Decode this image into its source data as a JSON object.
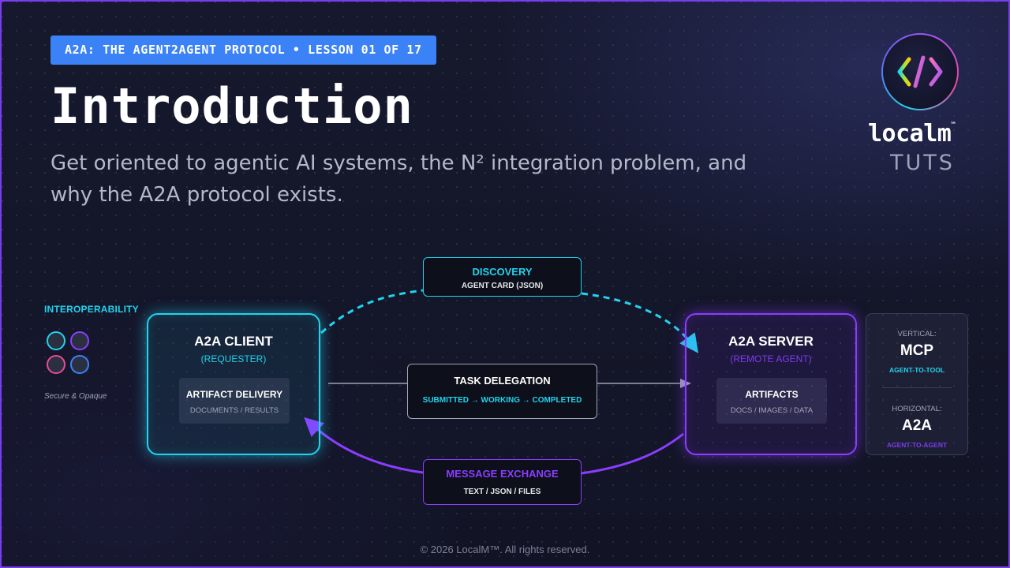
{
  "header": {
    "badge": "A2A: THE AGENT2AGENT PROTOCOL • LESSON 01 OF 17",
    "title": "Introduction",
    "subtitle": "Get oriented to agentic AI systems, the N² integration problem, and why the A2A protocol exists."
  },
  "brand": {
    "name": "localm",
    "tm": "™",
    "tagline": "TUTS",
    "logo_icon": "code-brackets-icon"
  },
  "interop": {
    "label": "INTEROPERABILITY",
    "caption": "Secure & Opaque",
    "dot_colors": [
      "#22d3ee",
      "#8b3dff",
      "#ec4899",
      "#3b82f6"
    ]
  },
  "client": {
    "title": "A2A CLIENT",
    "subtitle": "(REQUESTER)",
    "card_title": "ARTIFACT DELIVERY",
    "card_sub": "DOCUMENTS / RESULTS"
  },
  "server": {
    "title": "A2A SERVER",
    "subtitle": "(REMOTE AGENT)",
    "card_title": "ARTIFACTS",
    "card_sub": "DOCS / IMAGES / DATA"
  },
  "flows": {
    "discovery_title": "DISCOVERY",
    "discovery_sub": "AGENT CARD (JSON)",
    "task_title": "TASK DELEGATION",
    "task_sub": "SUBMITTED → WORKING → COMPLETED",
    "message_title": "MESSAGE EXCHANGE",
    "message_sub": "TEXT / JSON / FILES"
  },
  "side_panel": {
    "vertical_label": "VERTICAL:",
    "vertical_value": "MCP",
    "vertical_sub": "AGENT-TO-TOOL",
    "horizontal_label": "HORIZONTAL:",
    "horizontal_value": "A2A",
    "horizontal_sub": "AGENT-TO-AGENT"
  },
  "colors": {
    "cyan": "#22d3ee",
    "purple": "#8b3dff",
    "badge_blue": "#3b82f6",
    "frame": "#7a3cf0"
  },
  "footer": "© 2026 LocalM™. All rights reserved."
}
